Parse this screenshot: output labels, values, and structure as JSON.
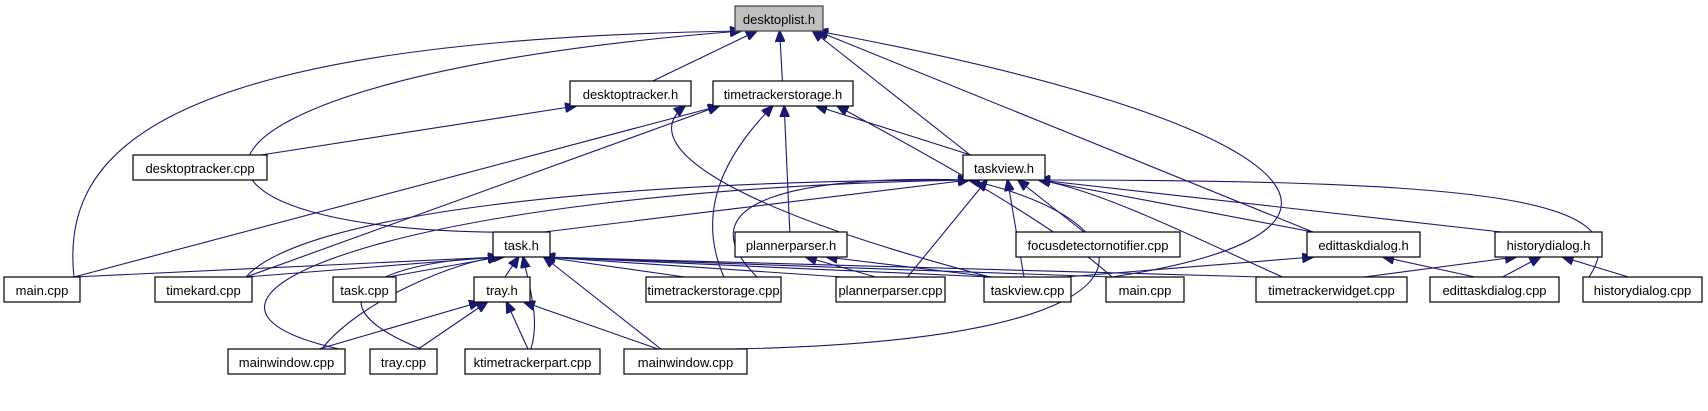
{
  "diagram": {
    "type": "include-dependency-graph",
    "focus_node": "desktoplist.h",
    "colors": {
      "edge": "#191970",
      "focus_fill": "#bfbfbf",
      "node_fill": "#ffffff",
      "node_border": "#000000"
    },
    "nodes": [
      {
        "id": "desktoplist_h",
        "label": "desktoplist.h",
        "focus": true
      },
      {
        "id": "desktoptracker_h",
        "label": "desktoptracker.h"
      },
      {
        "id": "timetrackerstorage_h",
        "label": "timetrackerstorage.h"
      },
      {
        "id": "desktoptracker_cpp",
        "label": "desktoptracker.cpp"
      },
      {
        "id": "taskview_h",
        "label": "taskview.h"
      },
      {
        "id": "task_h",
        "label": "task.h"
      },
      {
        "id": "plannerparser_h",
        "label": "plannerparser.h"
      },
      {
        "id": "focusdetectornotifier_cpp",
        "label": "focusdetectornotifier.cpp"
      },
      {
        "id": "edittaskdialog_h",
        "label": "edittaskdialog.h"
      },
      {
        "id": "historydialog_h",
        "label": "historydialog.h"
      },
      {
        "id": "main_cpp_a",
        "label": "main.cpp"
      },
      {
        "id": "timekard_cpp",
        "label": "timekard.cpp"
      },
      {
        "id": "task_cpp",
        "label": "task.cpp"
      },
      {
        "id": "tray_h",
        "label": "tray.h"
      },
      {
        "id": "timetrackerstorage_cpp",
        "label": "timetrackerstorage.cpp"
      },
      {
        "id": "plannerparser_cpp",
        "label": "plannerparser.cpp"
      },
      {
        "id": "taskview_cpp",
        "label": "taskview.cpp"
      },
      {
        "id": "main_cpp_b",
        "label": "main.cpp"
      },
      {
        "id": "timetrackerwidget_cpp",
        "label": "timetrackerwidget.cpp"
      },
      {
        "id": "edittaskdialog_cpp",
        "label": "edittaskdialog.cpp"
      },
      {
        "id": "historydialog_cpp",
        "label": "historydialog.cpp"
      },
      {
        "id": "mainwindow_cpp_a",
        "label": "mainwindow.cpp"
      },
      {
        "id": "tray_cpp",
        "label": "tray.cpp"
      },
      {
        "id": "ktimetrackerpart_cpp",
        "label": "ktimetrackerpart.cpp"
      },
      {
        "id": "mainwindow_cpp_b",
        "label": "mainwindow.cpp"
      }
    ],
    "edges": [
      {
        "from": "desktoptracker_h",
        "to": "desktoplist_h"
      },
      {
        "from": "timetrackerstorage_h",
        "to": "desktoplist_h"
      },
      {
        "from": "taskview_h",
        "to": "desktoplist_h"
      },
      {
        "from": "edittaskdialog_h",
        "to": "desktoplist_h"
      },
      {
        "from": "main_cpp_a",
        "to": "desktoplist_h"
      },
      {
        "from": "task_h",
        "to": "desktoplist_h"
      },
      {
        "from": "main_cpp_b",
        "to": "desktoplist_h"
      },
      {
        "from": "desktoptracker_cpp",
        "to": "desktoptracker_h"
      },
      {
        "from": "taskview_cpp",
        "to": "desktoptracker_h"
      },
      {
        "from": "taskview_h",
        "to": "timetrackerstorage_h"
      },
      {
        "from": "plannerparser_h",
        "to": "timetrackerstorage_h"
      },
      {
        "from": "main_cpp_a",
        "to": "timetrackerstorage_h"
      },
      {
        "from": "timekard_cpp",
        "to": "timetrackerstorage_h"
      },
      {
        "from": "timetrackerstorage_cpp",
        "to": "timetrackerstorage_h"
      },
      {
        "from": "main_cpp_b",
        "to": "timetrackerstorage_h"
      },
      {
        "from": "task_h",
        "to": "taskview_h"
      },
      {
        "from": "focusdetectornotifier_cpp",
        "to": "taskview_h"
      },
      {
        "from": "edittaskdialog_h",
        "to": "taskview_h"
      },
      {
        "from": "historydialog_h",
        "to": "taskview_h"
      },
      {
        "from": "timekard_cpp",
        "to": "taskview_h"
      },
      {
        "from": "timetrackerstorage_cpp",
        "to": "taskview_h"
      },
      {
        "from": "plannerparser_cpp",
        "to": "taskview_h"
      },
      {
        "from": "taskview_cpp",
        "to": "taskview_h"
      },
      {
        "from": "timetrackerwidget_cpp",
        "to": "taskview_h"
      },
      {
        "from": "historydialog_cpp",
        "to": "taskview_h"
      },
      {
        "from": "mainwindow_cpp_a",
        "to": "taskview_h"
      },
      {
        "from": "mainwindow_cpp_b",
        "to": "taskview_h"
      },
      {
        "from": "main_cpp_a",
        "to": "task_h"
      },
      {
        "from": "timekard_cpp",
        "to": "task_h"
      },
      {
        "from": "task_cpp",
        "to": "task_h"
      },
      {
        "from": "tray_h",
        "to": "task_h"
      },
      {
        "from": "timetrackerstorage_cpp",
        "to": "task_h"
      },
      {
        "from": "plannerparser_cpp",
        "to": "task_h"
      },
      {
        "from": "taskview_cpp",
        "to": "task_h"
      },
      {
        "from": "main_cpp_b",
        "to": "task_h"
      },
      {
        "from": "timetrackerwidget_cpp",
        "to": "task_h"
      },
      {
        "from": "mainwindow_cpp_a",
        "to": "task_h"
      },
      {
        "from": "tray_cpp",
        "to": "task_h"
      },
      {
        "from": "ktimetrackerpart_cpp",
        "to": "task_h"
      },
      {
        "from": "mainwindow_cpp_b",
        "to": "task_h"
      },
      {
        "from": "plannerparser_cpp",
        "to": "plannerparser_h"
      },
      {
        "from": "taskview_cpp",
        "to": "plannerparser_h"
      },
      {
        "from": "taskview_cpp",
        "to": "edittaskdialog_h"
      },
      {
        "from": "edittaskdialog_cpp",
        "to": "edittaskdialog_h"
      },
      {
        "from": "timetrackerwidget_cpp",
        "to": "historydialog_h"
      },
      {
        "from": "edittaskdialog_cpp",
        "to": "historydialog_h"
      },
      {
        "from": "historydialog_cpp",
        "to": "historydialog_h"
      },
      {
        "from": "mainwindow_cpp_a",
        "to": "tray_h"
      },
      {
        "from": "tray_cpp",
        "to": "tray_h"
      },
      {
        "from": "ktimetrackerpart_cpp",
        "to": "tray_h"
      },
      {
        "from": "mainwindow_cpp_b",
        "to": "tray_h"
      }
    ]
  }
}
